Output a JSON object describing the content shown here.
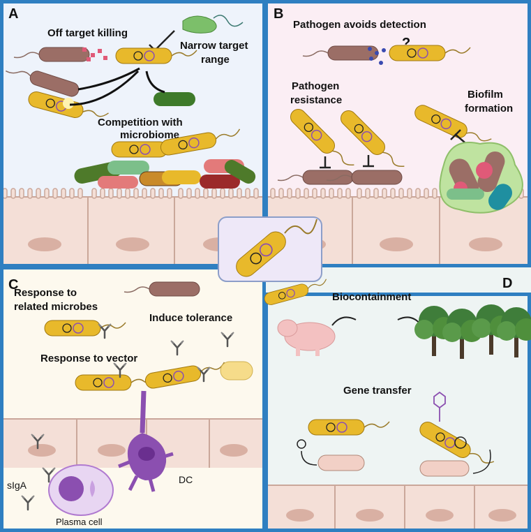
{
  "panels": {
    "a": {
      "letter": "A",
      "off_target": "Off target killing",
      "narrow_1": "Narrow target",
      "narrow_2": "range",
      "competition_1": "Competition with",
      "competition_2": "microbiome"
    },
    "b": {
      "letter": "B",
      "avoids": "Pathogen avoids detection",
      "question": "?",
      "resistance_1": "Pathogen",
      "resistance_2": "resistance",
      "biofilm_1": "Biofilm",
      "biofilm_2": "formation"
    },
    "c": {
      "letter": "C",
      "related_1": "Response to",
      "related_2": "related microbes",
      "tolerance": "Induce tolerance",
      "vector": "Response to vector",
      "siga": "sIgA",
      "plasma": "Plasma cell",
      "dc": "DC"
    },
    "d": {
      "letter": "D",
      "biocontainment": "Biocontainment",
      "gene_transfer": "Gene transfer"
    }
  },
  "colors": {
    "border": "#2f7fc1",
    "panel_a_bg": "#eef3fb",
    "panel_b_bg": "#fbeef4",
    "panel_c_bg": "#fdf9ee",
    "panel_d_bg": "#eef4f3",
    "engineered_bacterium": "#e8b92b",
    "pathogen": "#9b6e66",
    "epithelium": "#f4dfd7",
    "nucleus": "#d9b0a3",
    "dendritic_cell": "#8b4fb0"
  },
  "icons": [
    "bacterium-icon",
    "antibody-icon",
    "pig-icon",
    "tree-icon",
    "phage-icon",
    "plasmid-icon",
    "dendritic-cell-icon",
    "plasma-cell-icon"
  ]
}
